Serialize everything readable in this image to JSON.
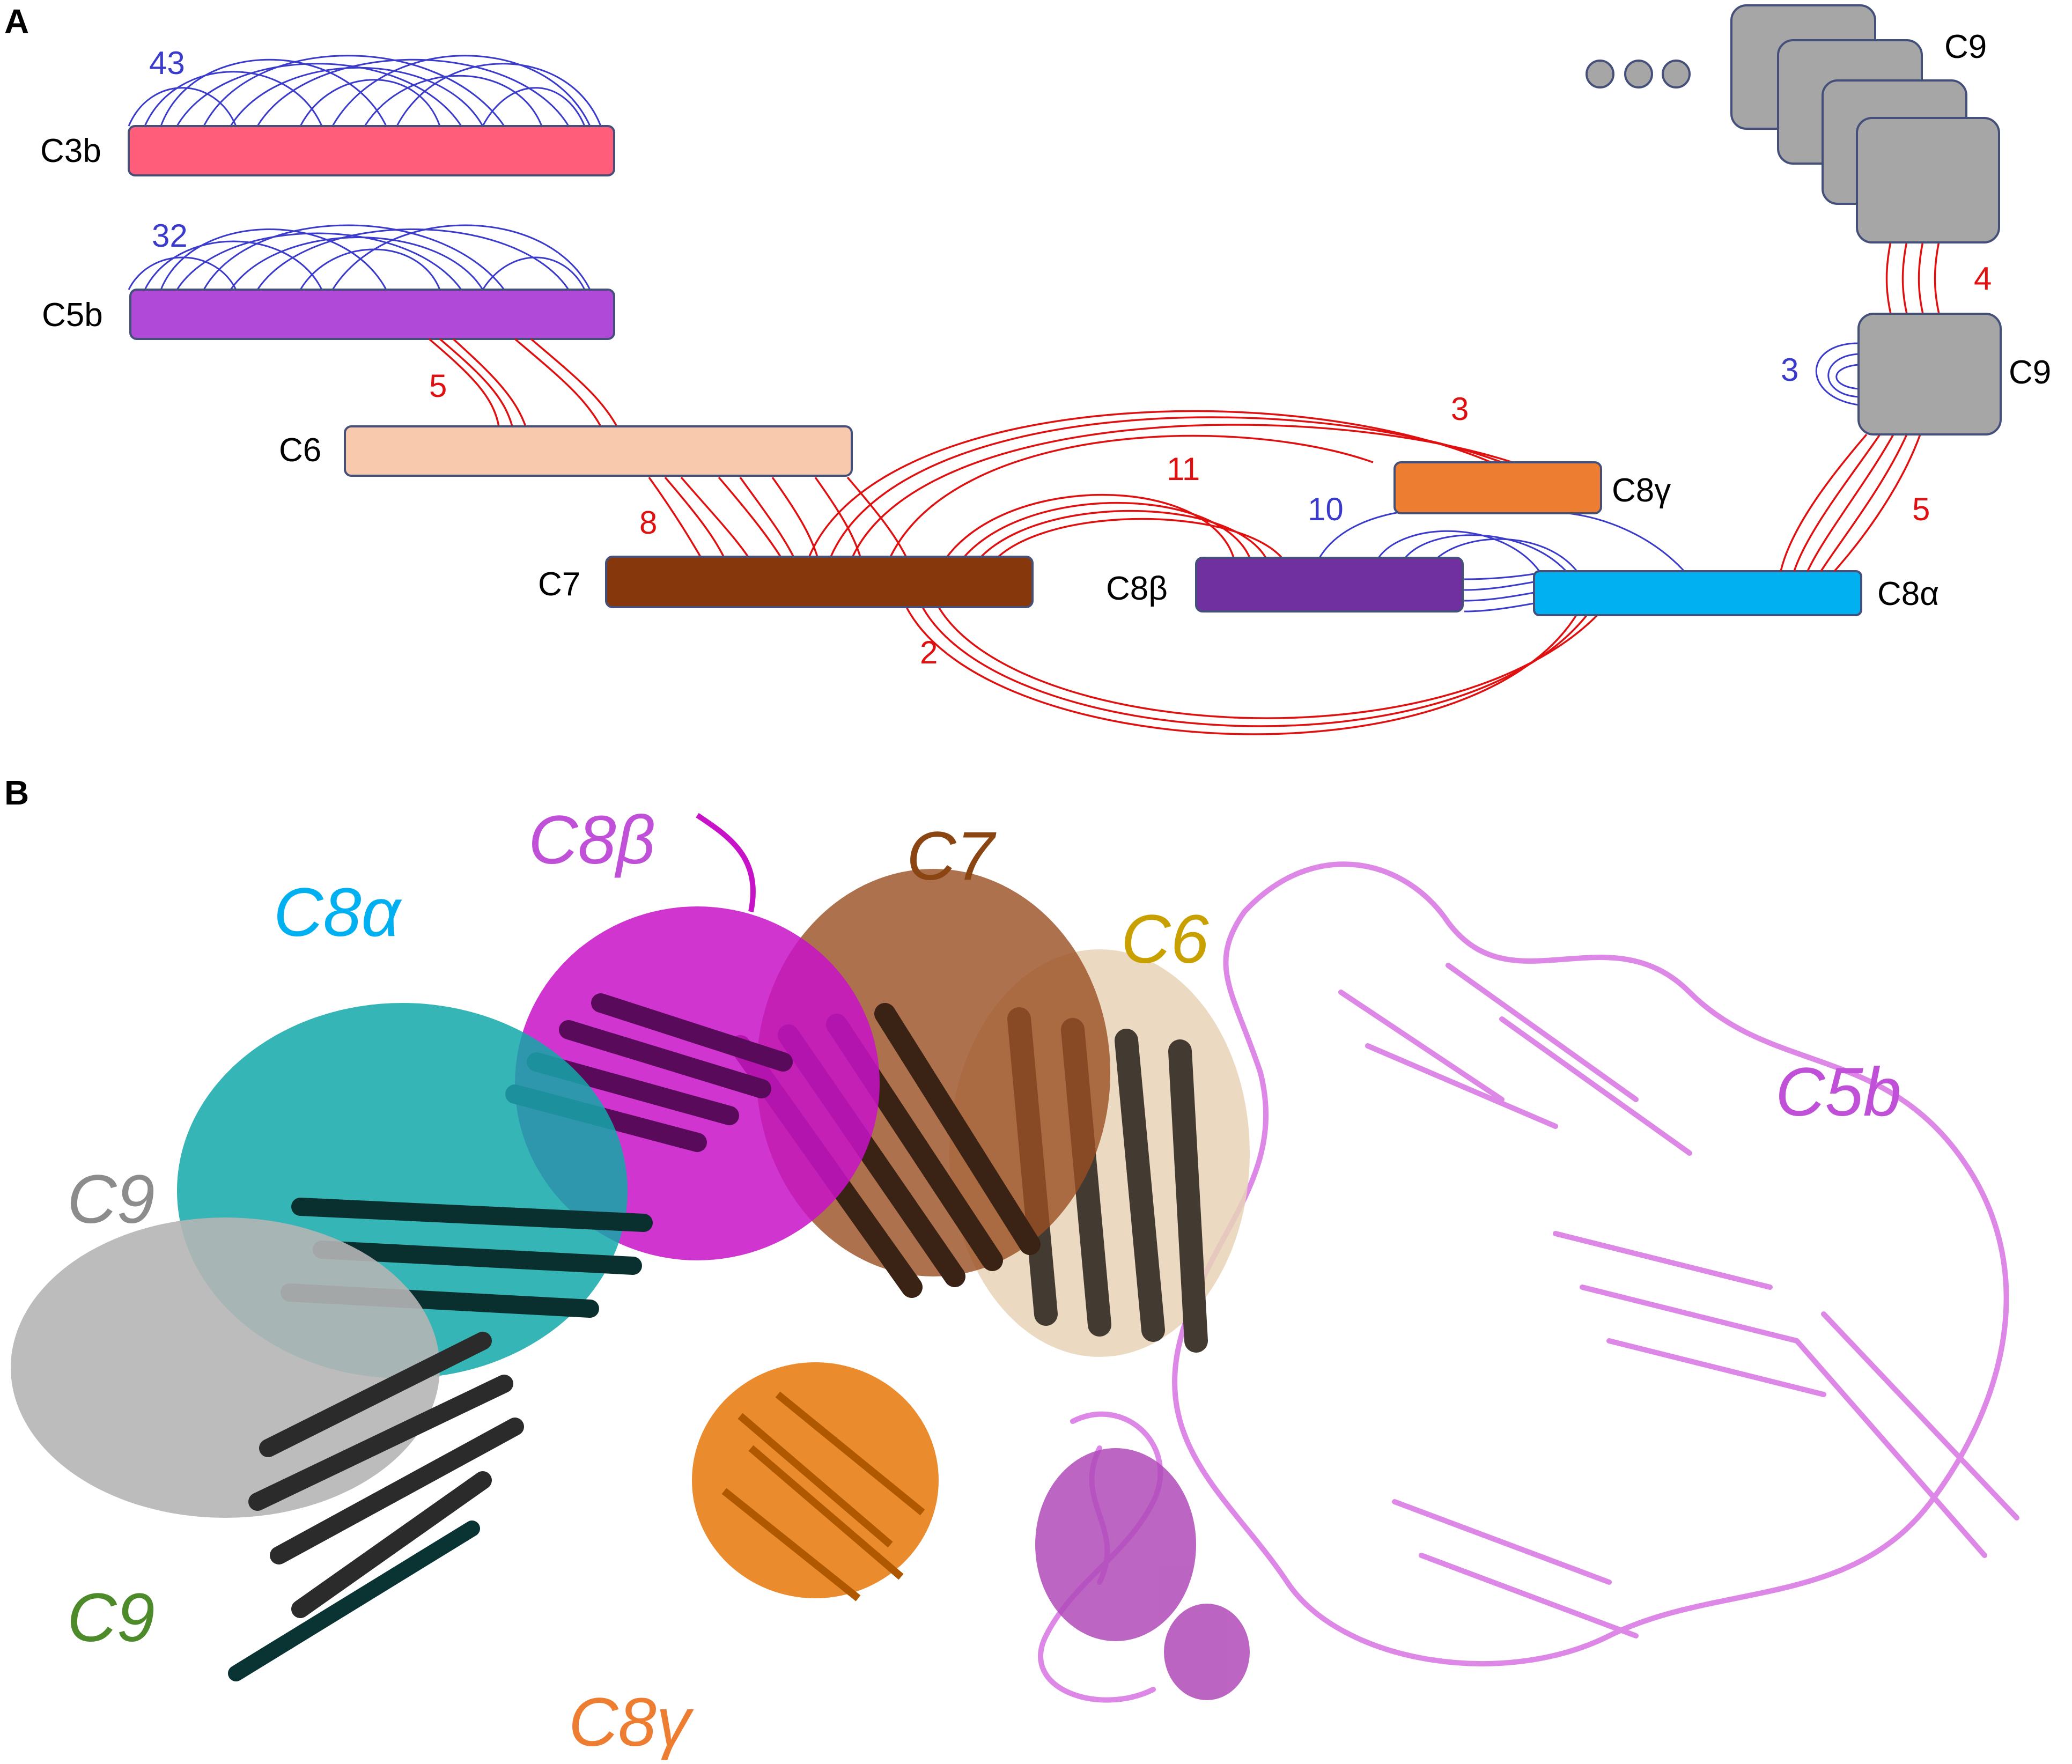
{
  "panels": {
    "a": "A",
    "b": "B"
  },
  "colors": {
    "c3b": "#ff5d7a",
    "c5b": "#b048d8",
    "c6": "#f8c9ad",
    "c7": "#86380c",
    "c8b": "#7030a0",
    "c8g": "#ed7d31",
    "c8a": "#00b0f0",
    "c9": "#a6a6a6",
    "intra": "#3a3acc",
    "inter": "#e01010"
  },
  "boxes": {
    "c3b": "C3b",
    "c5b": "C5b",
    "c6": "C6",
    "c7": "C7",
    "c8b": "C8β",
    "c8g": "C8γ",
    "c8a": "C8α",
    "c9_stack": "C9",
    "c9": "C9"
  },
  "counts": {
    "c3b_intra": "43",
    "c5b_intra": "32",
    "c5b_c6": "5",
    "c6_c7": "8",
    "c6_c8": "3",
    "c7_c8b": "11",
    "c7_c8a": "2",
    "c8_intra": "10",
    "c9_c9": "4",
    "c9_intra": "3",
    "c9_c8a": "5"
  },
  "structure_labels": {
    "c8b": "C8β",
    "c7": "C7",
    "c8a": "C8α",
    "c6": "C6",
    "c5b": "C5b",
    "c9_top": "C9",
    "c9_bottom": "C9",
    "c8g": "C8γ"
  },
  "structure_label_colors": {
    "c8b": "#c050d8",
    "c7": "#8b4513",
    "c8a": "#00b0f0",
    "c6": "#c8a000",
    "c5b": "#c050d8",
    "c9_top": "#8c8c8c",
    "c9_bottom": "#4d8a2a",
    "c8g": "#ed7d31"
  }
}
